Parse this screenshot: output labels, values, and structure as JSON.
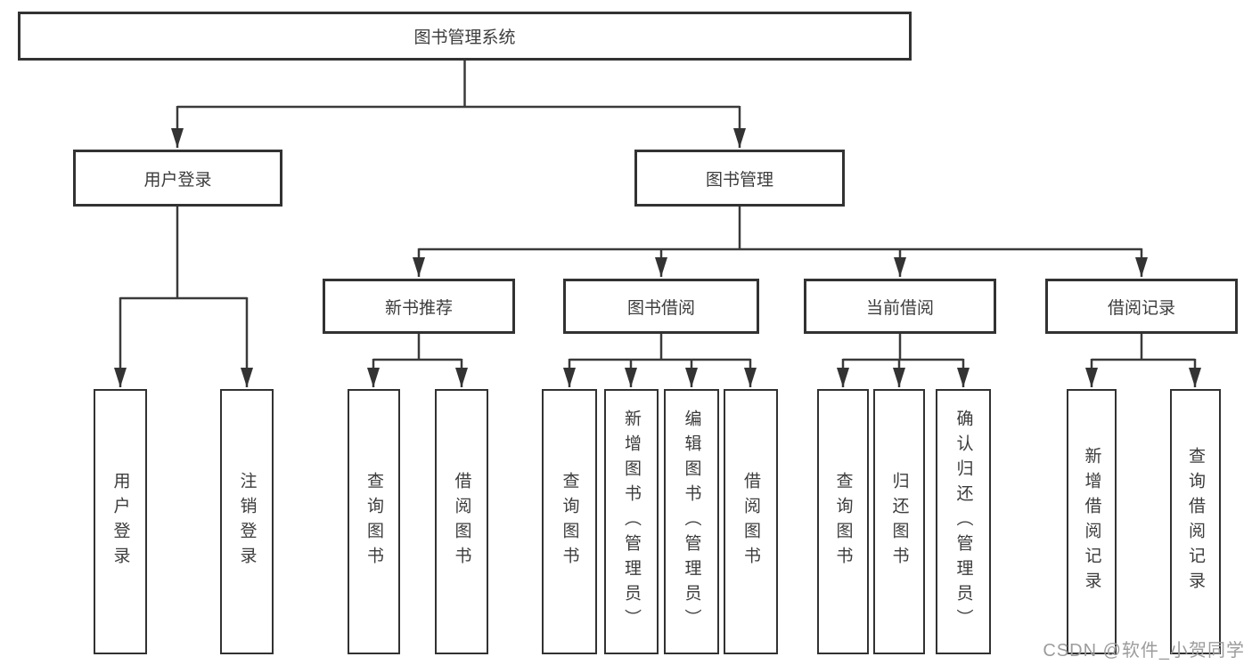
{
  "diagram_type": "function-hierarchy-tree",
  "colors": {
    "line": "#3a3a3a",
    "box_border": "#323232",
    "text": "#3c3c3c",
    "watermark_text": "#9c9c9c",
    "background": "#ffffff"
  },
  "tree": {
    "label": "图书管理系统",
    "children": [
      {
        "label": "用户登录",
        "children": [
          {
            "label": "用户登录"
          },
          {
            "label": "注销登录"
          }
        ]
      },
      {
        "label": "图书管理",
        "children": [
          {
            "label": "新书推荐",
            "children": [
              {
                "label": "查询图书"
              },
              {
                "label": "借阅图书"
              }
            ]
          },
          {
            "label": "图书借阅",
            "children": [
              {
                "label": "查询图书"
              },
              {
                "label": "新增图书（管理员）"
              },
              {
                "label": "编辑图书（管理员）"
              },
              {
                "label": "借阅图书"
              }
            ]
          },
          {
            "label": "当前借阅",
            "children": [
              {
                "label": "查询图书"
              },
              {
                "label": "归还图书"
              },
              {
                "label": "确认归还（管理员）"
              }
            ]
          },
          {
            "label": "借阅记录",
            "children": [
              {
                "label": "新增借阅记录"
              },
              {
                "label": "查询借阅记录"
              }
            ]
          }
        ]
      }
    ]
  },
  "watermark": {
    "text": "CSDN @软件_小贺同学"
  }
}
